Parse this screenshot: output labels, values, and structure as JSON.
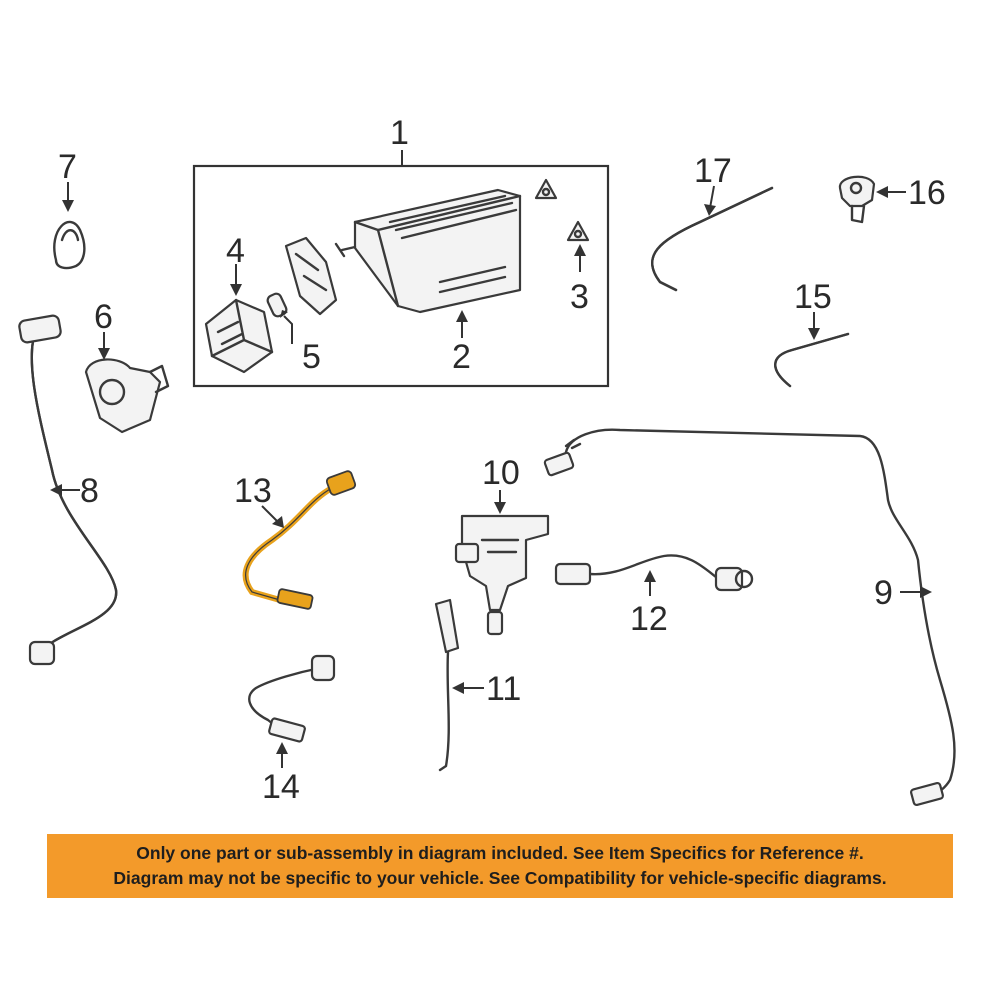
{
  "callouts": {
    "c1": "1",
    "c2": "2",
    "c3": "3",
    "c4": "4",
    "c5": "5",
    "c6": "6",
    "c7": "7",
    "c8": "8",
    "c9": "9",
    "c10": "10",
    "c11": "11",
    "c12": "12",
    "c13": "13",
    "c14": "14",
    "c15": "15",
    "c16": "16",
    "c17": "17"
  },
  "colors": {
    "highlight_part": "#e8a21c",
    "notice_bg": "#f39a2a",
    "line": "#3a3a3a"
  },
  "notice": {
    "line1": "Only one part or sub-assembly in diagram included. See Item Specifics for Reference #.",
    "line2": "Diagram may not be specific to your vehicle. See Compatibility for vehicle-specific diagrams."
  }
}
